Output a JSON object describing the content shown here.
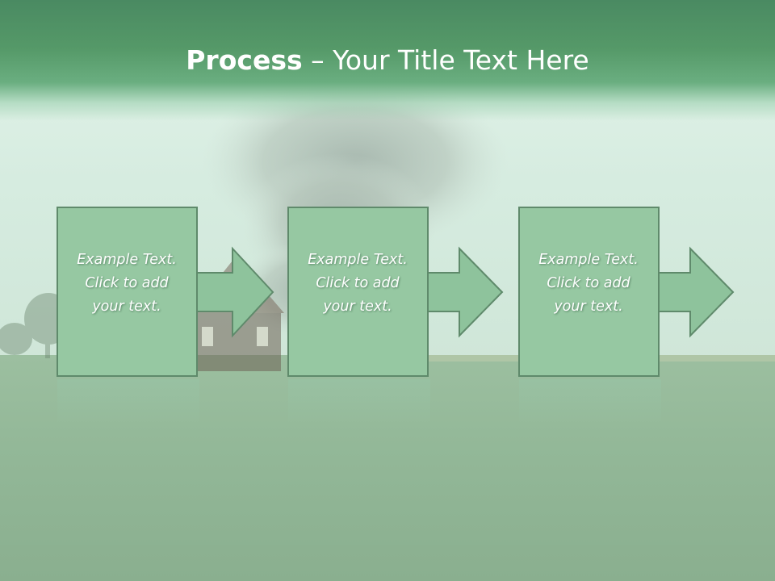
{
  "slide": {
    "title_bold": "Process",
    "title_rest": " – Your Title Text Here"
  },
  "steps": [
    {
      "line1": "Example Text.",
      "line2": "Click  to add",
      "line3": "your text."
    },
    {
      "line1": "Example Text.",
      "line2": "Click  to add",
      "line3": "your text."
    },
    {
      "line1": "Example Text.",
      "line2": "Click  to add",
      "line3": "your text."
    }
  ],
  "colors": {
    "title_bar": "#559968",
    "box_fill": "#96c8a2",
    "box_border": "#5f8a6b",
    "arrow_fill": "#8ec39c",
    "sky": "#d8ede0",
    "field": "#8fb595"
  }
}
